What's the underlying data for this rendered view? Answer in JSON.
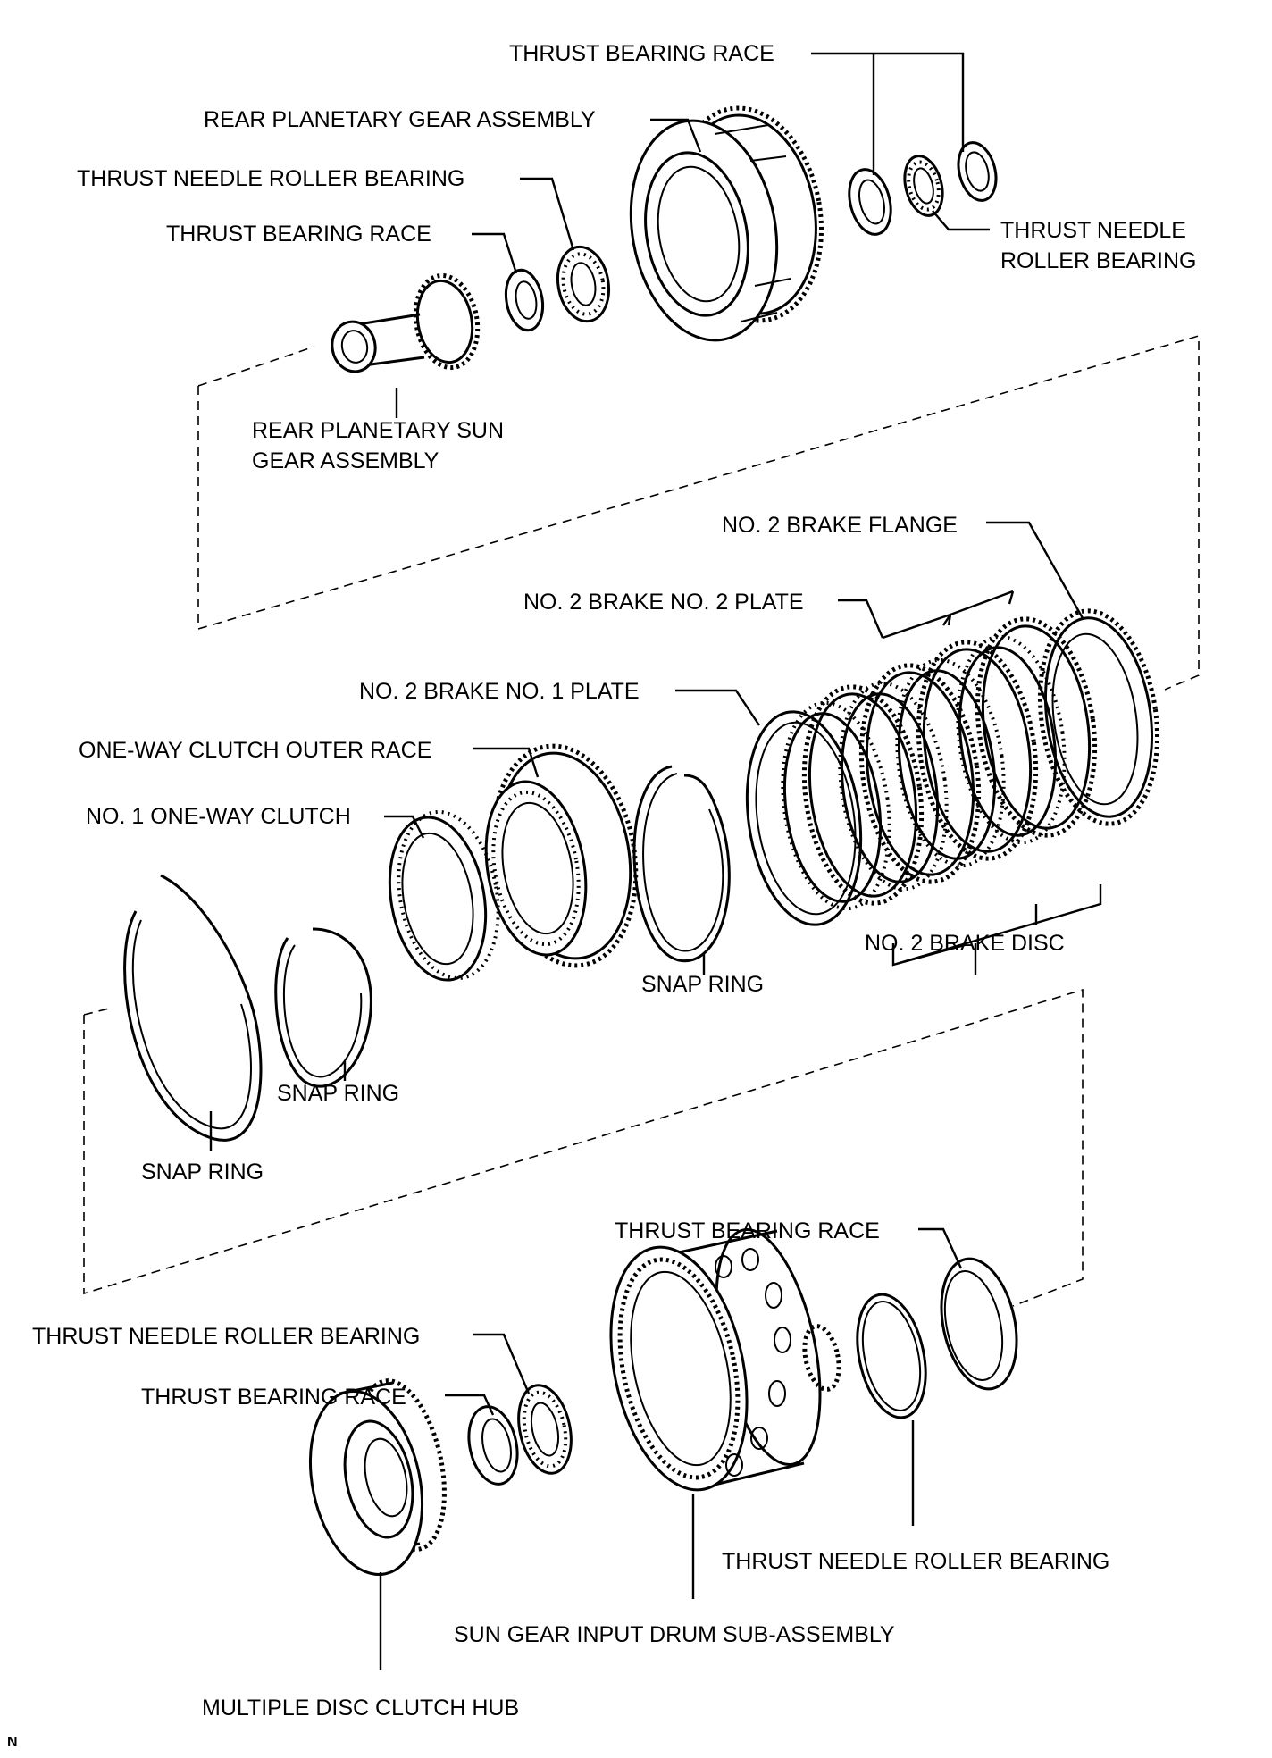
{
  "labels": {
    "thrust_bearing_race_1": "THRUST BEARING RACE",
    "rear_planetary_gear_assembly": "REAR PLANETARY GEAR ASSEMBLY",
    "thrust_needle_roller_bearing_1": "THRUST NEEDLE ROLLER BEARING",
    "thrust_bearing_race_2": "THRUST BEARING RACE",
    "thrust_needle_roller_bearing_2_line1": "THRUST NEEDLE",
    "thrust_needle_roller_bearing_2_line2": "ROLLER BEARING",
    "rear_planetary_sun_gear_line1": "REAR PLANETARY SUN",
    "rear_planetary_sun_gear_line2": "GEAR ASSEMBLY",
    "no2_brake_flange": "NO. 2 BRAKE FLANGE",
    "no2_brake_no2_plate": "NO. 2 BRAKE NO. 2 PLATE",
    "no2_brake_no1_plate": "NO. 2 BRAKE NO. 1 PLATE",
    "one_way_clutch_outer_race": "ONE-WAY CLUTCH OUTER RACE",
    "no1_one_way_clutch": "NO. 1 ONE-WAY CLUTCH",
    "no2_brake_disc": "NO. 2 BRAKE DISC",
    "snap_ring_1": "SNAP RING",
    "snap_ring_2": "SNAP RING",
    "snap_ring_3": "SNAP RING",
    "thrust_bearing_race_3": "THRUST BEARING RACE",
    "thrust_needle_roller_bearing_3": "THRUST NEEDLE ROLLER BEARING",
    "thrust_bearing_race_4": "THRUST BEARING RACE",
    "thrust_needle_roller_bearing_4": "THRUST NEEDLE ROLLER BEARING",
    "sun_gear_input_drum": "SUN GEAR INPUT DRUM SUB-ASSEMBLY",
    "multiple_disc_clutch_hub": "MULTIPLE DISC CLUTCH HUB"
  },
  "corner_mark": "N"
}
